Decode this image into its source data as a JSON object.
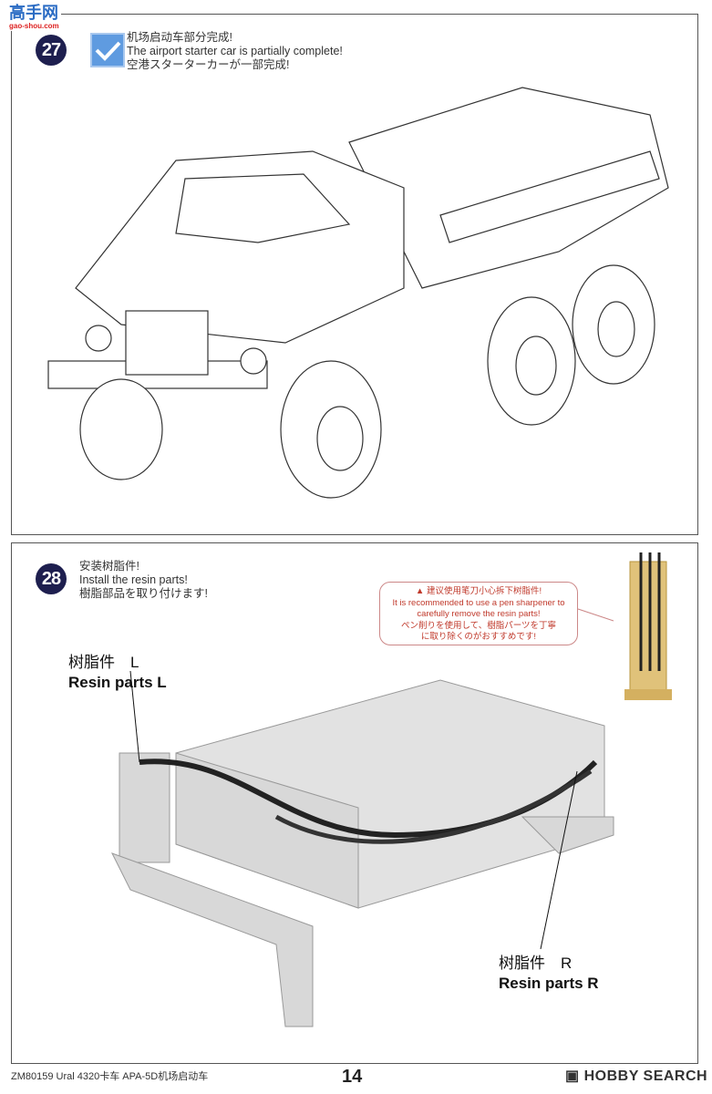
{
  "watermark": {
    "logo_text": "高手网",
    "logo_url_text": "gao-shou.com"
  },
  "step27": {
    "number": "27",
    "text_cn": "机场启动车部分完成!",
    "text_en": "The airport starter car is partially complete!",
    "text_jp": "空港スターターカーが一部完成!",
    "icon": "checkbox-checked-icon"
  },
  "step28": {
    "number": "28",
    "text_cn": "安装树脂件!",
    "text_en": "Install the resin parts!",
    "text_jp": "樹脂部品を取り付けます!",
    "callout": {
      "line_cn": "建议使用笔刀小心拆下树脂件!",
      "line_en1": "It is recommended to use a pen sharpener to",
      "line_en2": "carefully remove the resin parts!",
      "line_jp1": "ペン削りを使用して、樹脂パーツを丁寧",
      "line_jp2": "に取り除くのがおすすめです!",
      "icon": "warning-icon",
      "color": "#c0392b"
    },
    "label_left": {
      "cn": "树脂件　L",
      "en": "Resin parts  L"
    },
    "label_right": {
      "cn": "树脂件　R",
      "en": "Resin parts  R"
    }
  },
  "footer": {
    "product": "ZM80159  Ural 4320卡车 APA-5D机场启动车",
    "page": "14",
    "brand": "HOBBY SEARCH"
  }
}
